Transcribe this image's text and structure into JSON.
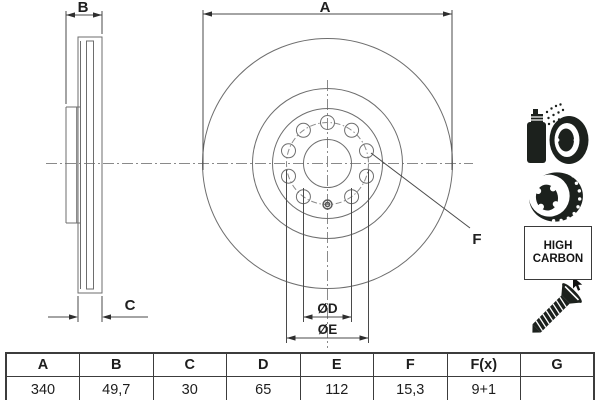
{
  "colors": {
    "background": "#ffffff",
    "drawing_line": "#6e6e6e",
    "dimension_line": "#4a4a4a",
    "text_ink": "#1f1f1f",
    "icon_ink": "#1c211d",
    "table_border": "#3c3c3c"
  },
  "diagram": {
    "front_view": {
      "label_a": "A",
      "label_f": "F",
      "label_bore": "ØD",
      "label_bolt_circle": "ØE"
    },
    "side_view": {
      "label_b": "B",
      "label_c": "C"
    }
  },
  "badge": {
    "line1": "HIGH",
    "line2": "CARBON"
  },
  "icons": {
    "coating": "spray-can-disc-icon",
    "vented_disc": "vented-disc-icon",
    "screw": "countersunk-screw-icon",
    "cursor": "mouse-cursor-icon"
  },
  "spec_table": {
    "headers": [
      "A",
      "B",
      "C",
      "D",
      "E",
      "F",
      "F(x)",
      "G"
    ],
    "values": [
      "340",
      "49,7",
      "30",
      "65",
      "112",
      "15,3",
      "9+1",
      ""
    ]
  }
}
